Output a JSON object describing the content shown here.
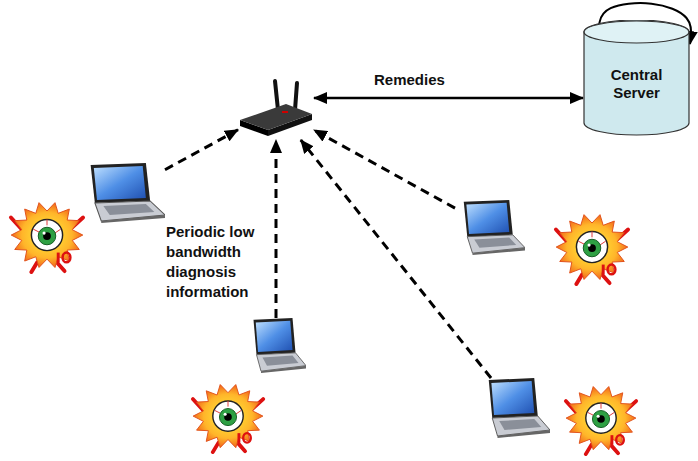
{
  "diagram": {
    "nodes": [
      {
        "text": []
      },
      {
        "text": [
          "Central Server"
        ]
      },
      {
        "text": []
      },
      {
        "text": []
      },
      {
        "text": []
      },
      {
        "text": []
      }
    ],
    "edges": [
      {
        "from": 0,
        "to": 1,
        "label": "Remedies",
        "arrow": "both"
      },
      {
        "from": 1,
        "to": 1,
        "arrow": "to"
      },
      {
        "from": 2,
        "to": 0,
        "arrow": "to"
      },
      {
        "from": 3,
        "to": 0,
        "arrow": "to"
      },
      {
        "from": 4,
        "to": 0,
        "label": "Periodic low bandwidth diagnosis information",
        "arrow": "to"
      },
      {
        "from": 5,
        "to": 0,
        "arrow": "to"
      }
    ]
  }
}
